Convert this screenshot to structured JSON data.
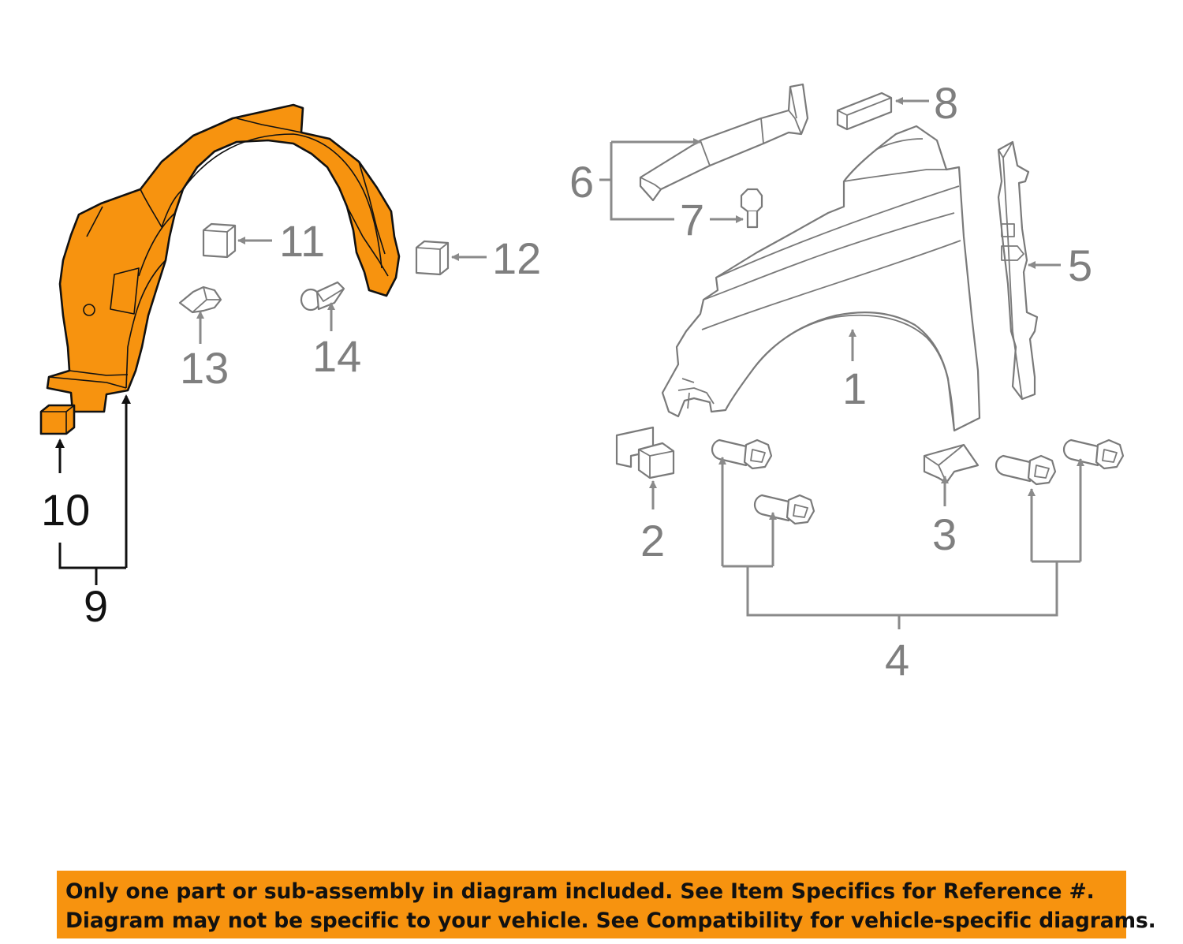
{
  "diagram": {
    "callouts": [
      "1",
      "2",
      "3",
      "4",
      "5",
      "6",
      "7",
      "8",
      "9",
      "10",
      "11",
      "12",
      "13",
      "14"
    ],
    "highlight_color": "#f7930f",
    "part_line_color": "#7a7a7a"
  },
  "notice": {
    "line1": "Only one part or sub-assembly in diagram included. See Item Specifics for Reference #.",
    "line2": "Diagram may not be specific to your vehicle. See Compatibility for vehicle-specific diagrams.",
    "background": "#f7930f"
  }
}
